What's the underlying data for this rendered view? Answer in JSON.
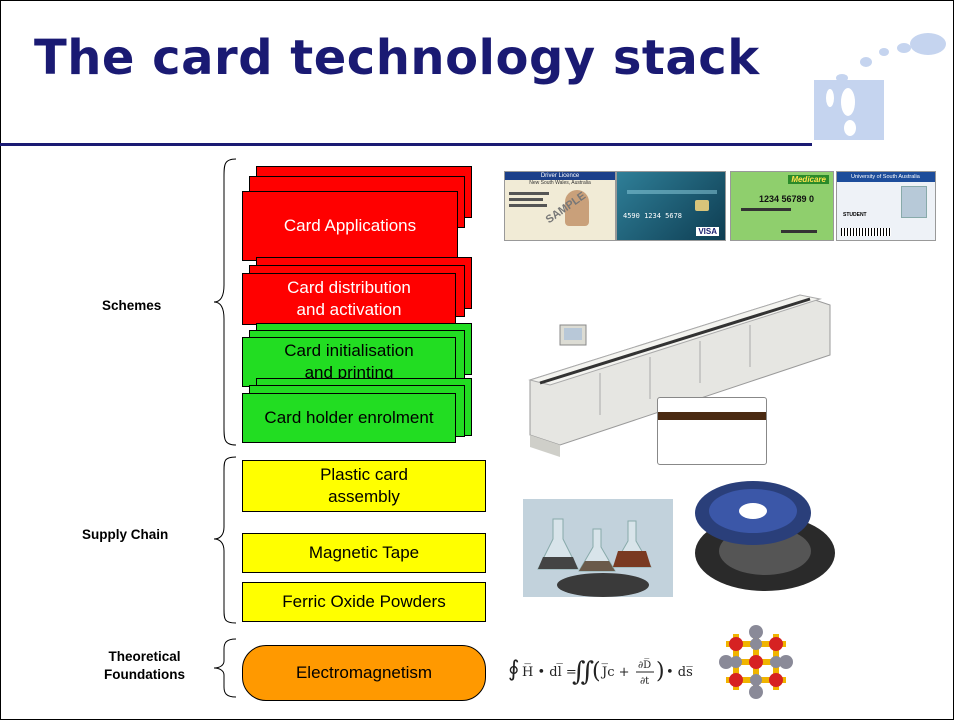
{
  "title": "The card technology stack",
  "groups": {
    "schemes": "Schemes",
    "supply_chain": "Supply Chain",
    "theoretical": [
      "Theoretical",
      "Foundations"
    ]
  },
  "layers": {
    "card_applications": "Card Applications",
    "distribution": [
      "Card distribution",
      "and activation"
    ],
    "initialisation": [
      "Card initialisation",
      "and printing"
    ],
    "enrolment": "Card holder enrolment",
    "plastic": [
      "Plastic card",
      "assembly"
    ],
    "magnetic_tape": "Magnetic Tape",
    "ferric": "Ferric Oxide Powders",
    "electromagnetism": "Electromagnetism"
  },
  "cards": {
    "licence_header": "Driver Licence",
    "licence_sub": "New South Wales, Australia",
    "licence_stamp": "SAMPLE",
    "bank_number": "4590 1234 5678",
    "bank_brand": "VISA",
    "medicare_brand": "Medicare",
    "medicare_number": "1234 56789 0",
    "uni_name": "University of South Australia",
    "uni_role": "STUDENT"
  },
  "colors": {
    "title": "#1a1a73",
    "red": "#ff0000",
    "green": "#22dd22",
    "yellow": "#ffff00",
    "orange": "#ff9900"
  }
}
